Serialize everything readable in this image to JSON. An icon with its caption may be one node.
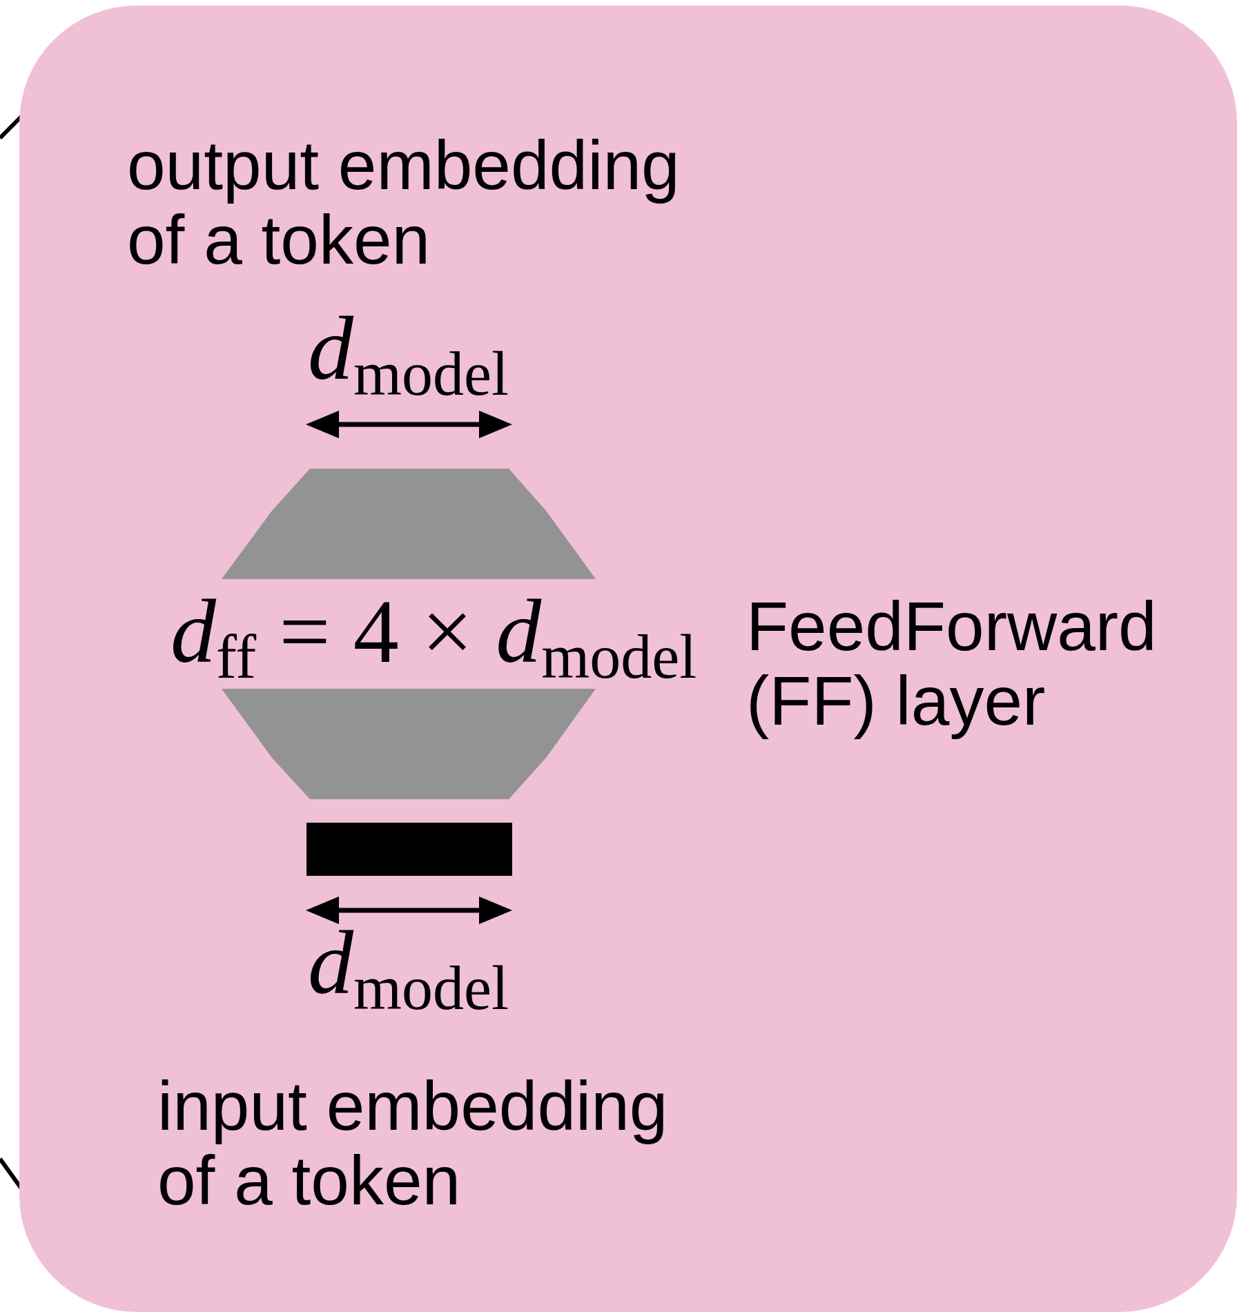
{
  "diagram": {
    "nodes": [
      {
        "text": [
          "FeedForward (FF) layer"
        ]
      },
      {
        "text": [],
        "shape": "trapezoid",
        "in": 0
      },
      {
        "text": [],
        "shape": "trapezoid",
        "in": 0
      },
      {
        "text": [],
        "shape": "bar",
        "in": 0
      }
    ],
    "labels": [
      "output embedding of a token",
      "*d*$_{model}$",
      "*d*$_{ff}$ = 4 × *d*$_{model}$",
      "*d*$_{model}$",
      "input embedding of a token"
    ]
  }
}
